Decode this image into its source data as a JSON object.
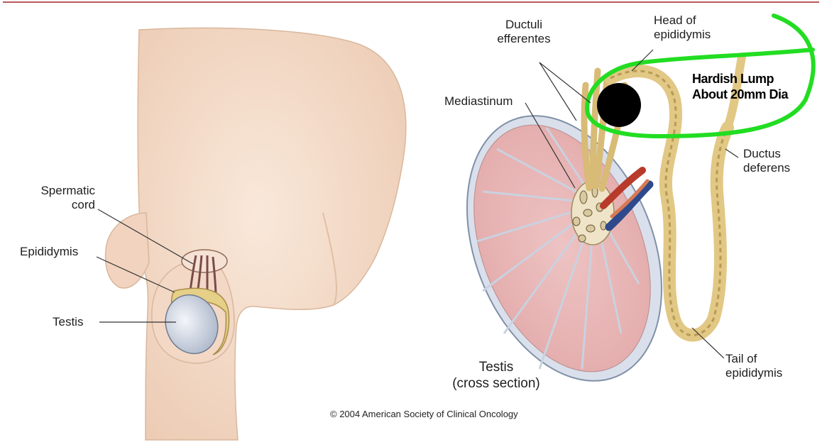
{
  "labels": {
    "spermatic_cord_line1": "Spermatic",
    "spermatic_cord_line2": "cord",
    "epididymis": "Epididymis",
    "testis": "Testis",
    "ductuli_line1": "Ductuli",
    "ductuli_line2": "efferentes",
    "head_line1": "Head of",
    "head_line2": "epididymis",
    "mediastinum": "Mediastinum",
    "ductus_line1": "Ductus",
    "ductus_line2": "deferens",
    "testis_cs_line1": "Testis",
    "testis_cs_line2": "(cross section)",
    "tail_line1": "Tail of",
    "tail_line2": "epididymis"
  },
  "annotation": {
    "line1": "Hardish Lump",
    "line2": "About 20mm Dia",
    "color": "#22dd22"
  },
  "copyright": "© 2004 American Society of Clinical Oncology",
  "colors": {
    "skin": "#f4dcc9",
    "skin_shadow": "#e5c3aa",
    "testis_tissue": "#eab9b9",
    "tunica": "#cfd8e6",
    "epididymis": "#e8cf8f",
    "lump": "#000000",
    "frame": "#b85a5a"
  }
}
